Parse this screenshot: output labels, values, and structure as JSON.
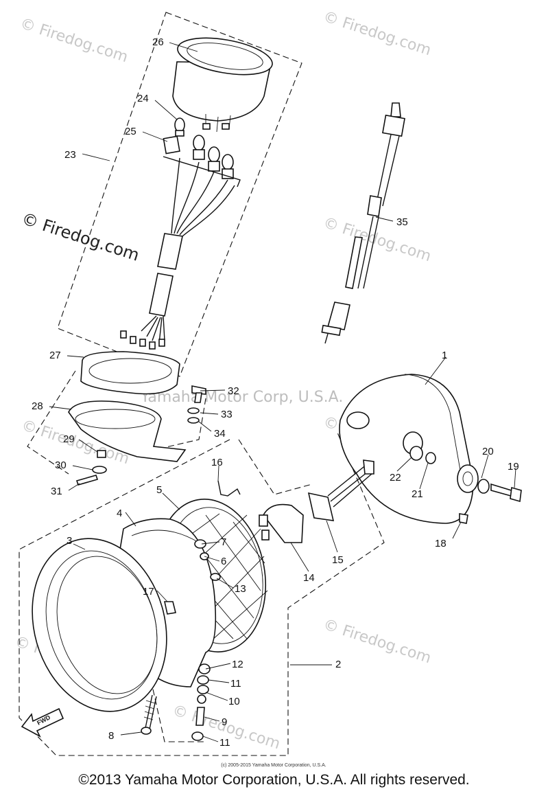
{
  "watermarks": [
    "© Firedog.com",
    "© Firedog.com",
    "© Firedog.com",
    "© Firedog.com",
    "© Firedog.com",
    "© Firedog.com",
    "© Firedog.com",
    "© Firedog.com"
  ],
  "watermark_main": "© Firedog.com",
  "maker_watermark": "Yamaha Motor Corp, U.S.A.",
  "fwd_label": "FWD",
  "fine_print": "(c) 2005-2015 Yamaha Motor Corporation, U.S.A.",
  "footer": "©2013 Yamaha Motor Corporation, U.S.A. All rights reserved.",
  "callouts": [
    "1",
    "2",
    "3",
    "4",
    "5",
    "6",
    "7",
    "8",
    "9",
    "10",
    "11",
    "11",
    "12",
    "13",
    "14",
    "15",
    "16",
    "17",
    "18",
    "19",
    "20",
    "21",
    "22",
    "23",
    "24",
    "25",
    "26",
    "27",
    "28",
    "29",
    "30",
    "31",
    "32",
    "33",
    "34",
    "35"
  ]
}
